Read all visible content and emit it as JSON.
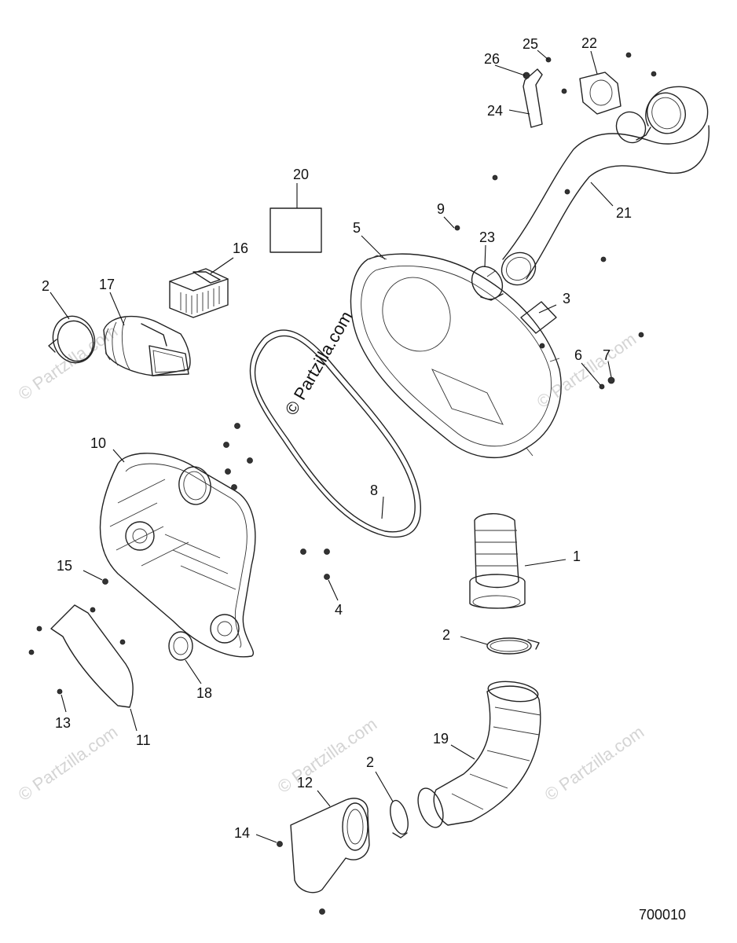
{
  "diagram_code": "700010",
  "watermark": {
    "center_text": "© Partzilla.com",
    "repeat_text": "© Partzilla.com"
  },
  "callouts": [
    {
      "id": "c1",
      "label": "1"
    },
    {
      "id": "c2a",
      "label": "2"
    },
    {
      "id": "c2b",
      "label": "2"
    },
    {
      "id": "c2c",
      "label": "2"
    },
    {
      "id": "c3",
      "label": "3"
    },
    {
      "id": "c4",
      "label": "4"
    },
    {
      "id": "c5",
      "label": "5"
    },
    {
      "id": "c6",
      "label": "6"
    },
    {
      "id": "c7",
      "label": "7"
    },
    {
      "id": "c8",
      "label": "8"
    },
    {
      "id": "c9",
      "label": "9"
    },
    {
      "id": "c10",
      "label": "10"
    },
    {
      "id": "c11",
      "label": "11"
    },
    {
      "id": "c12",
      "label": "12"
    },
    {
      "id": "c13",
      "label": "13"
    },
    {
      "id": "c14",
      "label": "14"
    },
    {
      "id": "c15",
      "label": "15"
    },
    {
      "id": "c16",
      "label": "16"
    },
    {
      "id": "c17",
      "label": "17"
    },
    {
      "id": "c18",
      "label": "18"
    },
    {
      "id": "c19",
      "label": "19"
    },
    {
      "id": "c20",
      "label": "20"
    },
    {
      "id": "c21",
      "label": "21"
    },
    {
      "id": "c22",
      "label": "22"
    },
    {
      "id": "c23",
      "label": "23"
    },
    {
      "id": "c24",
      "label": "24"
    },
    {
      "id": "c25",
      "label": "25"
    },
    {
      "id": "c26",
      "label": "26"
    }
  ]
}
